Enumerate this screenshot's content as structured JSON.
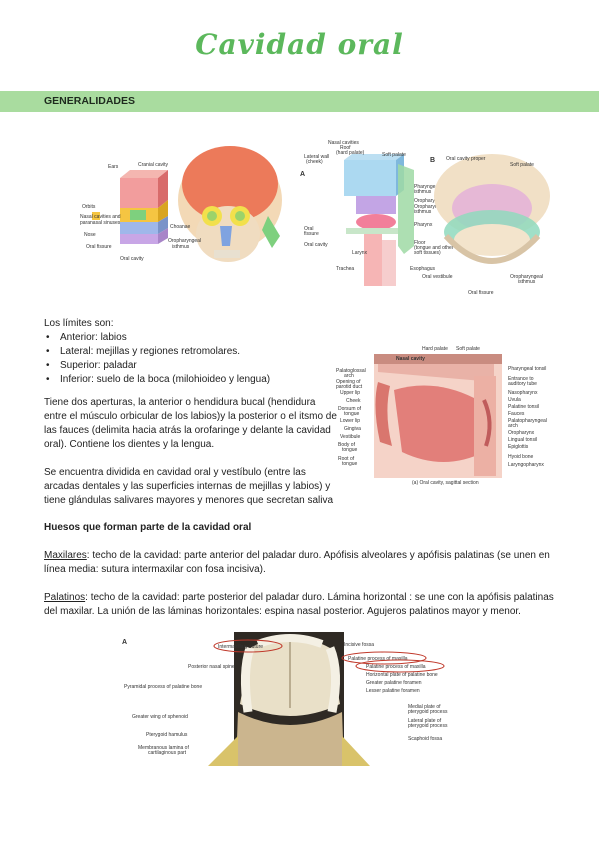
{
  "title": "Cavidad oral",
  "section_generalidades": "GENERALIDADES",
  "fig1": {
    "labels": [
      "Ears",
      "Cranial cavity",
      "Orbits",
      "Nasal cavities and paranasal sinuses",
      "Nose",
      "Oral fissure",
      "Choanae",
      "Oropharyngeal isthmus",
      "Oral cavity"
    ]
  },
  "fig2": {
    "label_a": "A",
    "label_b": "B",
    "labels_a": [
      "Lateral wall (cheek)",
      "Nasal cavities",
      "Roof (hard palate)",
      "Soft palate",
      "Pharyngeal isthmus",
      "Oropharynx",
      "Oropharyngeal isthmus",
      "Pharynx",
      "Oral fissure",
      "Oral cavity",
      "Floor (tongue and other soft tissues)",
      "Larynx",
      "Esophagus",
      "Trachea"
    ],
    "labels_b": [
      "Oral cavity proper",
      "Soft palate",
      "Oral vestibule",
      "Oropharyngeal isthmus",
      "Oral fissure"
    ]
  },
  "limits_intro": "Los límites son:",
  "limits": [
    "Anterior: labios",
    "Lateral: mejillas y regiones retromolares.",
    "Superior: paladar",
    "Inferior: suelo de la boca (milohioideo y lengua)"
  ],
  "para1_lines": [
    "Tiene dos aperturas, la anterior o hendidura bucal (hendidura",
    "entre el músculo orbicular de los labios)y la posterior o el itsmo de",
    "las fauces (delimita hacia atrás la orofaringe y delante la cavidad",
    "oral). Contiene los dientes y la lengua."
  ],
  "para2_lines": [
    "Se encuentra dividida en cavidad oral y vestíbulo (entre las",
    "arcadas dentales y las superficies internas de mejillas y labios) y",
    "tiene glándulas salivares mayores y menores que secretan saliva"
  ],
  "fig3": {
    "top_labels": [
      "Hard palate",
      "Soft palate"
    ],
    "nasal_cavity": "Nasal cavity",
    "left_labels": [
      "Palatoglossal arch",
      "Opening of parotid duct",
      "Upper lip",
      "Cheek",
      "Dorsum of tongue",
      "Lower lip",
      "Gingiva",
      "Vestibule",
      "Body of tongue",
      "Root of tongue"
    ],
    "right_labels": [
      "Pharyngeal tonsil",
      "Entrance to auditory tube",
      "Nasopharynx",
      "Uvula",
      "Palatine tonsil",
      "Fauces",
      "Palatopharyngeal arch",
      "Oropharynx",
      "Lingual tonsil",
      "Epiglottis",
      "Hyoid bone",
      "Laryngopharynx"
    ],
    "caption": "(a) Oral cavity, sagittal section"
  },
  "huesos_heading": "Huesos que forman parte de la cavidad oral",
  "maxilares": {
    "term": "Maxilares",
    "line1": ": techo de la cavidad: parte anterior del paladar duro. Apófisis alveolares y apófisis palatinas (se unen en",
    "line2": "línea media: sutura intermaxilar con fosa incisiva)."
  },
  "palatinos": {
    "term": "Palatinos",
    "line1": ": techo de la cavidad: parte posterior del paladar duro. Lámina horizontal : se une con la apófisis palatinas",
    "line2": "del maxilar. La unión de las láminas horizontales: espina nasal posterior. Agujeros palatinos mayor y menor."
  },
  "fig4": {
    "label_a": "A",
    "left_labels": [
      "Intermaxillary suture",
      "Posterior nasal spine",
      "Pyramidal process of palatine bone",
      "Greater wing of sphenoid",
      "Pterygoid hamulus",
      "Membranous lamina of cartilaginous part"
    ],
    "right_labels": [
      "Incisive fossa",
      "Palatine process of maxilla",
      "Palatine process of maxilla",
      "Horizontal plate of palatine bone",
      "Greater palatine foramen",
      "Lesser palatine foramen",
      "Medial plate of pterygoid process",
      "Lateral plate of pterygoid process",
      "Scaphoid fossa"
    ]
  },
  "colors": {
    "title_green": "#5cb85c",
    "bar_green": "#a9dc9f",
    "annotation_red": "#c0392b"
  }
}
